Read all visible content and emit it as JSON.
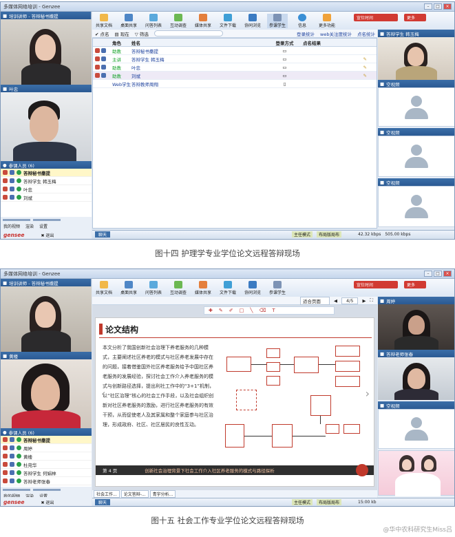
{
  "app": {
    "title": "多媒体网络培训 - Genzee",
    "toolbar": [
      "共享文档",
      "桌面共享",
      "问答列表",
      "互动调查",
      "媒体共享",
      "文件下载",
      "协同浏览",
      "参课学生",
      "信息",
      "更多功能"
    ],
    "timer_label": "宣仕时间",
    "more_label": "更多",
    "logo": "gensee"
  },
  "s1": {
    "left_video1_label": "培训讲师 - 答辩秘书撒提",
    "left_video2_label": "叶忠",
    "userlist_title": "参课人员 (6)",
    "users": [
      {
        "name": "答辩秘书撒提",
        "selected": true
      },
      {
        "name": "答辩学生  韩玉梅",
        "selected": false
      },
      {
        "name": "叶忠",
        "selected": false
      },
      {
        "name": "刘斌",
        "selected": false
      }
    ],
    "controls": [
      "我的视频",
      "渲染",
      "设置"
    ],
    "subbar": [
      "点名",
      "现在",
      "筛选"
    ],
    "stats": [
      "登录统计",
      "web关注度统计",
      "点名统计"
    ],
    "table_head": [
      "角色",
      "姓名",
      "登录方式",
      "点名结果"
    ],
    "rows": [
      {
        "role": "助教",
        "name": "答辩秘书撒提"
      },
      {
        "role": "主讲",
        "name": "答辩学生  韩玉梅"
      },
      {
        "role": "助教",
        "name": "叶忠"
      },
      {
        "role": "助教",
        "name": "刘斌"
      },
      {
        "role": "Web学生",
        "name": "答辩教师周翔"
      }
    ],
    "right_video1_label": "答辩学生 韩玉梅",
    "empty_label": "空视频",
    "chat_tab": "聊天",
    "status_tabs": [
      "主任模式",
      "布局版局布"
    ],
    "net": [
      "42.32 kbps",
      "505.00 kbps"
    ],
    "caption": "图十四 护理学专业学位论文远程答辩现场"
  },
  "s2": {
    "left_video1_label": "培训讲师 - 答辩秘书撒提",
    "left_video2_label": "黄楼",
    "userlist_title": "参课人员 (6)",
    "users": [
      {
        "name": "答辩秘书撒提",
        "selected": true
      },
      {
        "name": "周婷",
        "selected": false
      },
      {
        "name": "黄楼",
        "selected": false
      },
      {
        "name": "杜宛华",
        "selected": false
      },
      {
        "name": "答辩学生 何娟林",
        "selected": false
      },
      {
        "name": "答辩老师张春",
        "selected": false
      }
    ],
    "controls": [
      "我的视频",
      "渲染",
      "设置"
    ],
    "doc_zoom": "适合页面",
    "doc_page": "4/5",
    "slide": {
      "heading": "论文结构",
      "body": "本文分析了我国创新社会治理下养老服务的几种模式，主要阐述社区养老的模式与社区养老发展中存在的问题，接着借鉴国外社区养老服务给予中国社区养老服务的发展经验，探讨社会工作介入养老服务的模式与创新路径选择，提出利社工作中的“3+1”机制，以“社区治理”核心的社会工作手段，以及社会组织创新对社区养老服务的激励，进行社区养老服务的有效干预，从而促使老人及其家属和整个家庭参与社区治理，形成政府、社区、社区居民的良性互动。",
      "footer_page": "第 4 页",
      "footer_title": "创新社会治理背景下社会工作介入社区养老服务的模式与路径探析"
    },
    "doc_tabs": [
      "社会工作...",
      "论文答辩-...",
      "青宇分析..."
    ],
    "right_video1_label": "周婷",
    "right_video2_label": "答辩老师张春",
    "empty_label": "空视频",
    "chat_tab": "聊天",
    "status_tabs": [
      "主任模式",
      "布局版局布"
    ],
    "time": "15:00 kb",
    "caption": "图十五 社会工作专业学位论文远程答辩现场",
    "watermark": "@华中农科研究生Miss吕"
  }
}
